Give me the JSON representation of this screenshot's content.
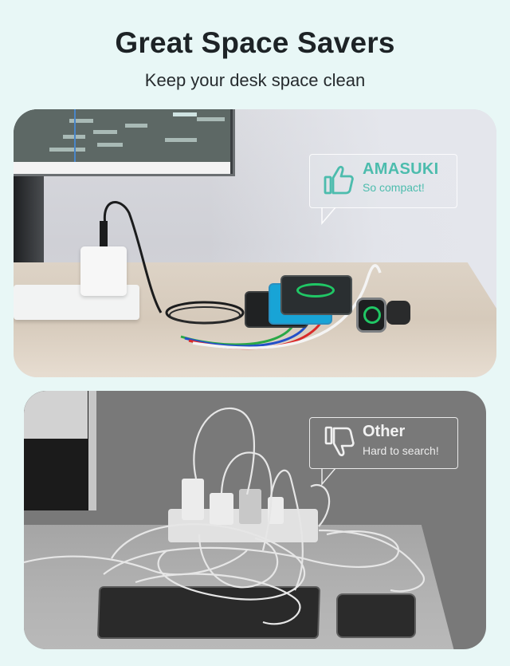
{
  "header": {
    "title": "Great Space Savers",
    "subtitle": "Keep your desk space clean"
  },
  "panels": [
    {
      "id": "amasuki",
      "theme": "color",
      "bubble": {
        "icon": "thumbs-up-icon",
        "heading": "AMASUKI",
        "subtext": "So compact!",
        "accent_color": "#4cbcad"
      },
      "scene": "Single multi-cable from wall charger powering three phones and a smartwatch on a tidy desk"
    },
    {
      "id": "other",
      "theme": "grayscale",
      "bubble": {
        "icon": "thumbs-down-icon",
        "heading": "Other",
        "subtext": "Hard to search!",
        "accent_color": "#ffffff"
      },
      "scene": "Tangled mess of white cables from a power strip over a tablet and phone"
    }
  ],
  "colors": {
    "page_background": "#e8f7f6",
    "title_text": "#1d2326",
    "accent_teal": "#4cbcad",
    "cable_green": "#2aa846",
    "cable_blue": "#2350c9",
    "cable_red": "#d92a2a",
    "charge_green": "#20c765"
  }
}
